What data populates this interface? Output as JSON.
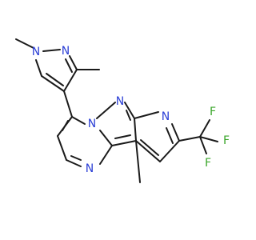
{
  "molecule": {
    "atoms": [
      {
        "id": "n_pz1",
        "label": "N",
        "color": "#2b3fd6"
      },
      {
        "id": "n_pz2",
        "label": "N",
        "color": "#2b3fd6"
      },
      {
        "id": "n_br",
        "label": "N",
        "color": "#2b3fd6"
      },
      {
        "id": "n_im",
        "label": "N",
        "color": "#2b3fd6"
      },
      {
        "id": "n_py",
        "label": "N",
        "color": "#2b3fd6"
      },
      {
        "id": "n_pm",
        "label": "N",
        "color": "#2b3fd6"
      },
      {
        "id": "f1",
        "label": "F",
        "color": "#3aa62a"
      },
      {
        "id": "f2",
        "label": "F",
        "color": "#3aa62a"
      },
      {
        "id": "f3",
        "label": "F",
        "color": "#3aa62a"
      }
    ],
    "bond_color": "#1a1a1a"
  }
}
